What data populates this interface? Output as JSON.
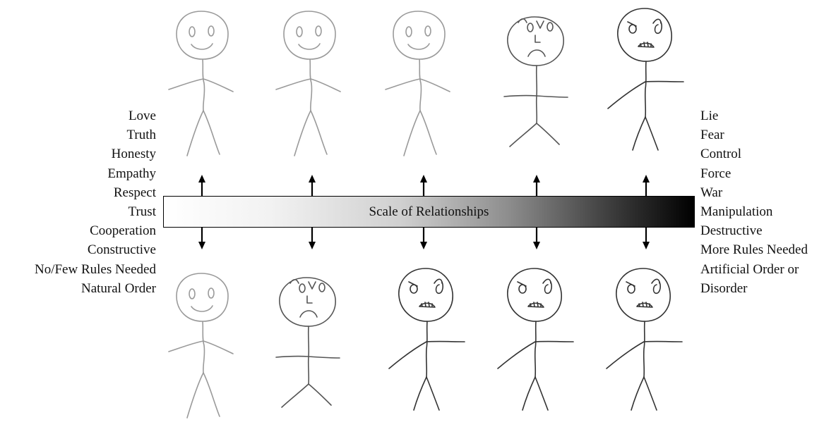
{
  "left_words": [
    "Love",
    "Truth",
    "Honesty",
    "Empathy",
    "Respect",
    "Trust",
    "Cooperation",
    "Constructive",
    "No/Few Rules Needed",
    "Natural Order"
  ],
  "right_words": [
    "Lie",
    "Fear",
    "Control",
    "Force",
    "War",
    "Manipulation",
    "Destructive",
    "More Rules Needed",
    "Artificial Order or",
    "Disorder"
  ],
  "scale_label": "Scale of Relationships",
  "top_row_expressions": [
    "happy",
    "happy",
    "happy",
    "sad",
    "angry"
  ],
  "bottom_row_expressions": [
    "happy",
    "sad",
    "angry",
    "angry",
    "angry"
  ],
  "icons": {
    "happy": "happy-stick-figure-icon",
    "sad": "sad-stick-figure-icon",
    "angry": "angry-stick-figure-icon",
    "arrow_up": "arrow-up-icon",
    "arrow_down": "arrow-down-icon"
  }
}
